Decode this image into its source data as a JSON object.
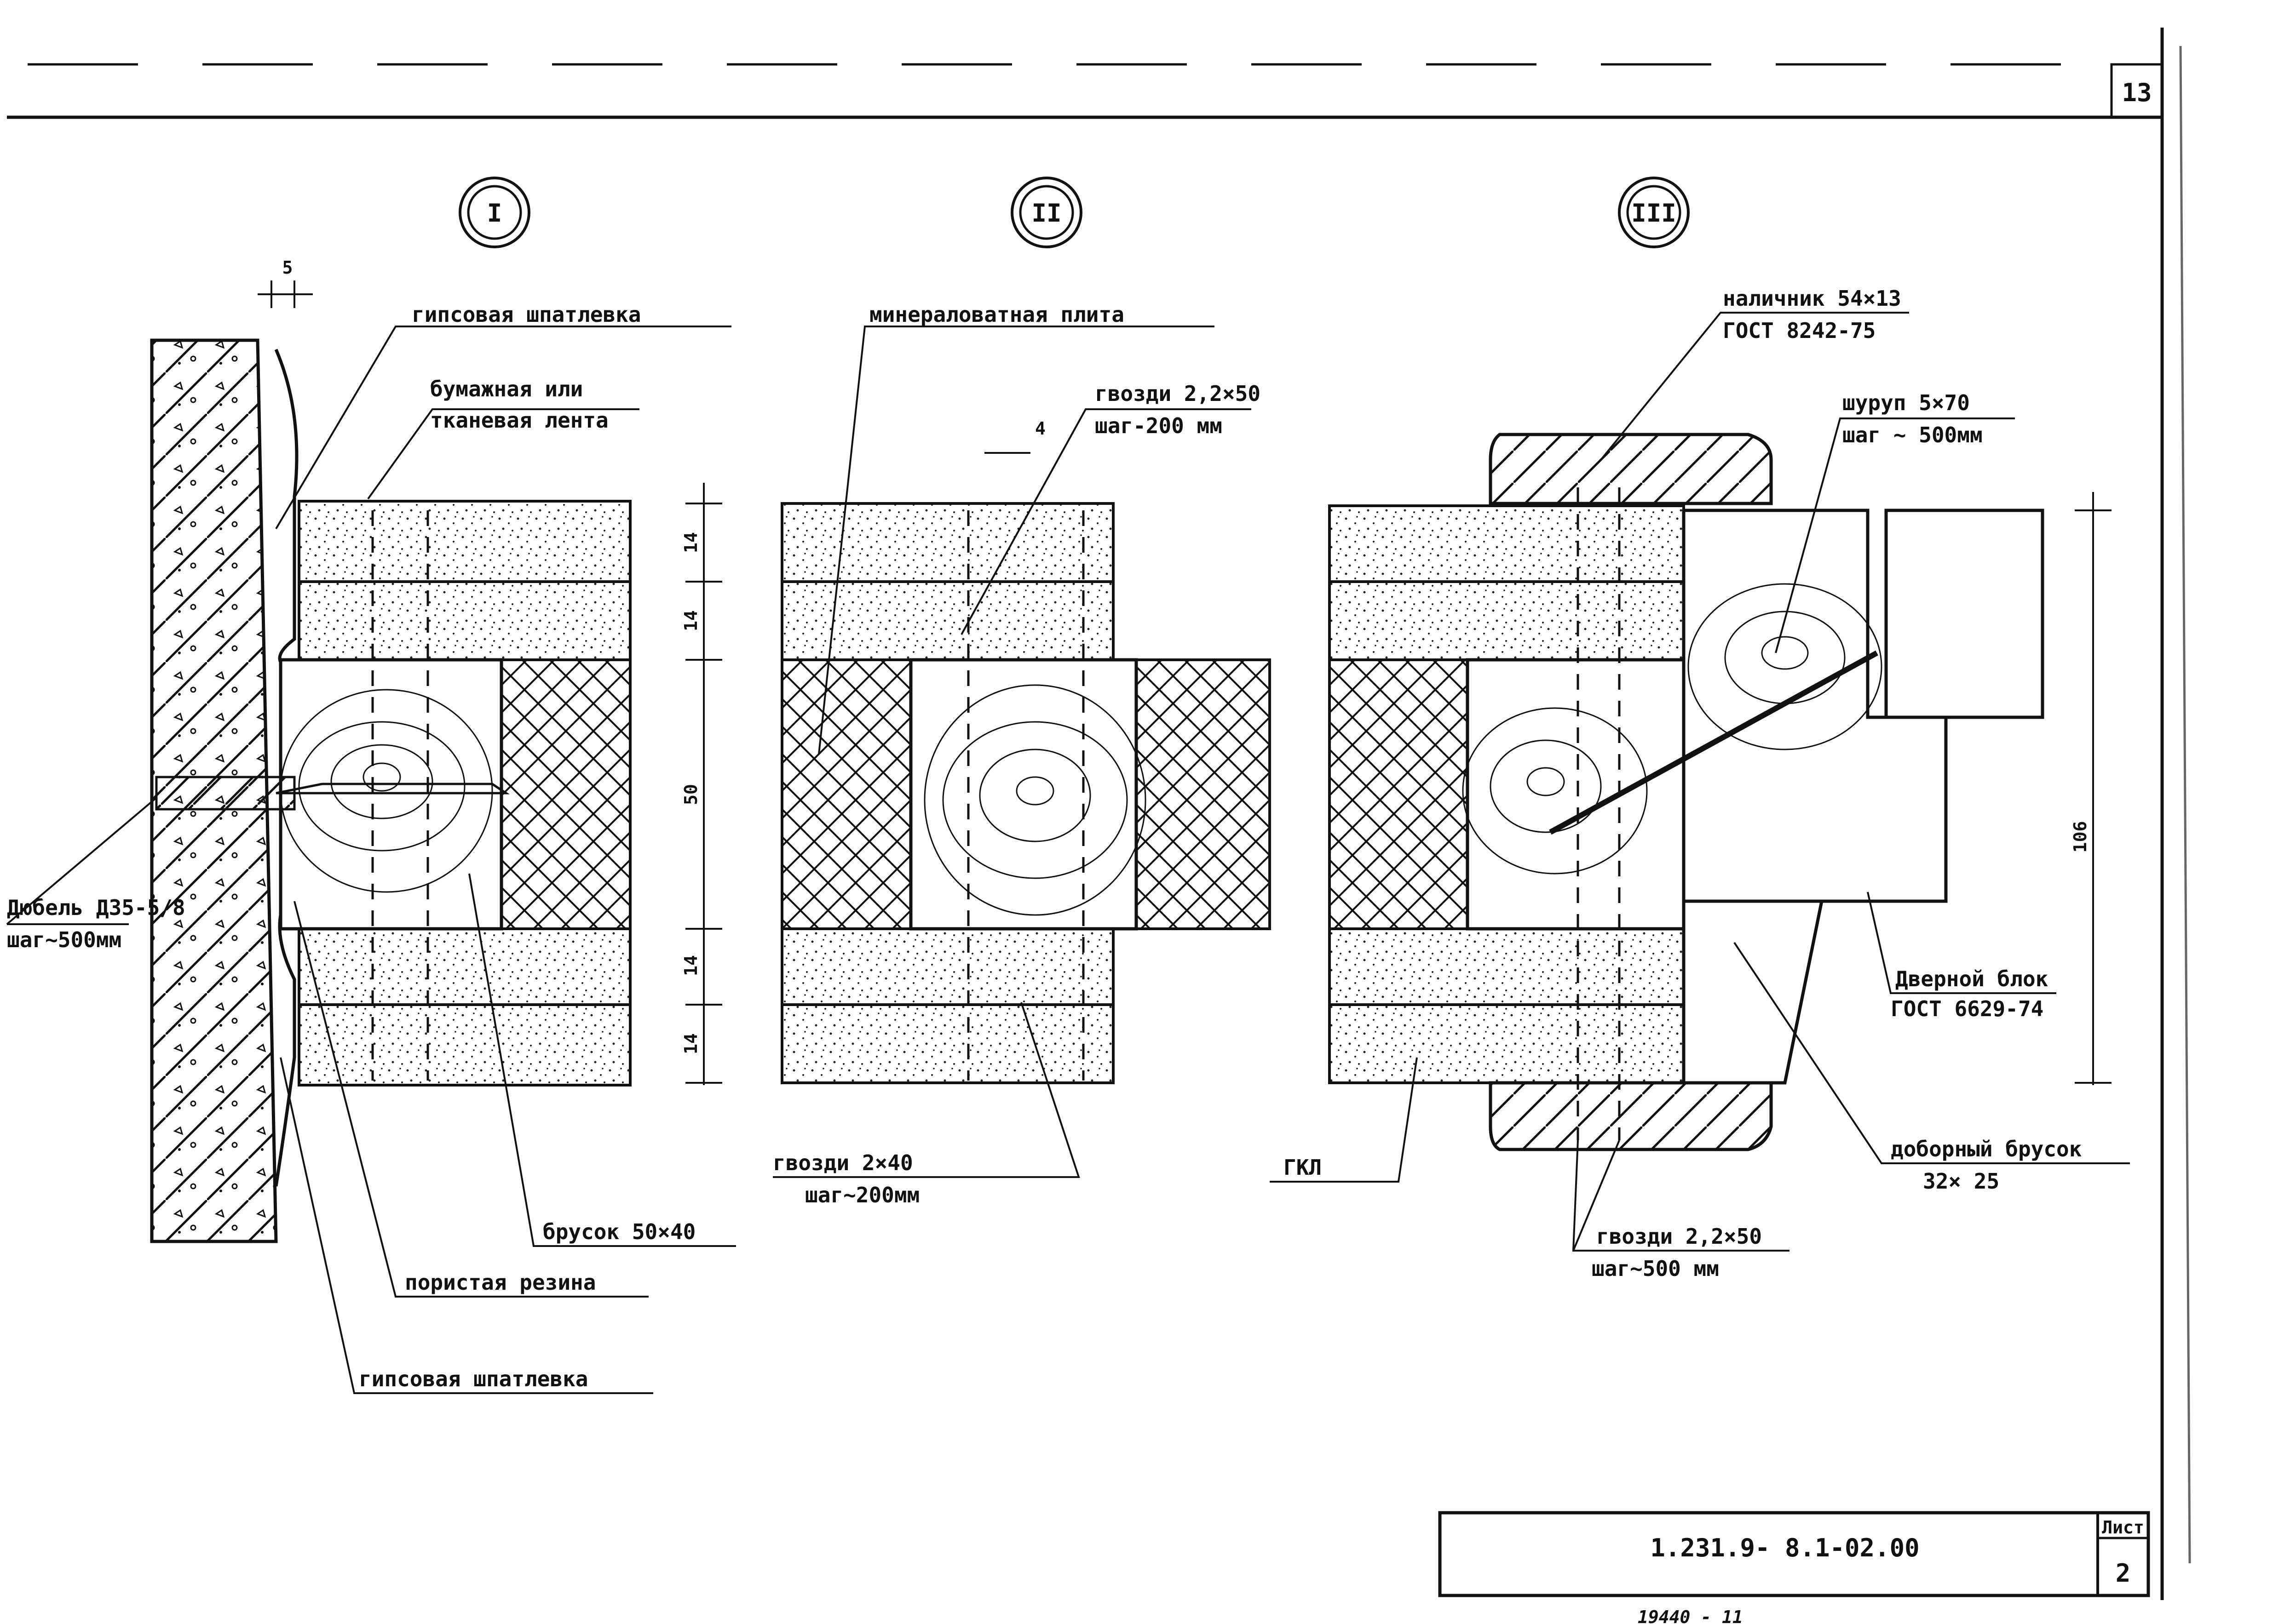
{
  "sheet": {
    "page_number": "13",
    "designation": "1.231.9- 8.1-02.00",
    "list_label": "Лист",
    "list_number": "2",
    "margin_note": "19440 - 11"
  },
  "nodes": [
    {
      "id": "I",
      "label": "I"
    },
    {
      "id": "II",
      "label": "II"
    },
    {
      "id": "III",
      "label": "III"
    }
  ],
  "node_I": {
    "dim_top": "5",
    "gypsum_putty_top": "гипсовая шпатлевка",
    "tape_line1": "бумажная или",
    "tape_line2": "тканевая лента",
    "dowel_line1": "Дюбель Д35-5/8",
    "dowel_line2": "шаг~500мм",
    "batten": "брусок 50×40",
    "porous_rubber": "пористая резина",
    "gypsum_putty_bottom": "гипсовая шпатлевка"
  },
  "node_II": {
    "dim_gap": "4",
    "mineral_wool": "минераловатная плита",
    "nails_top_line1": "гвозди 2,2×50",
    "nails_top_line2": "шаг-200 мм",
    "nails_bottom_line1": "гвозди 2×40",
    "nails_bottom_line2": "шаг~200мм",
    "dim_14a": "14",
    "dim_14b": "14",
    "dim_50": "50",
    "dim_14c": "14",
    "dim_14d": "14"
  },
  "node_III": {
    "trim_line1": "наличник 54×13",
    "trim_line2": "ГОСТ 8242-75",
    "screw_line1": "шуруп 5×70",
    "screw_line2": "шаг ~ 500мм",
    "gkl": "ГКЛ",
    "door_block_line1": "Дверной блок",
    "door_block_line2": "ГОСТ 6629-74",
    "extra_bar_line1": "доборный брусок",
    "extra_bar_line2": "32× 25",
    "nails_line1": "гвозди 2,2×50",
    "nails_line2": "шаг~500 мм",
    "dim_106": "106"
  }
}
